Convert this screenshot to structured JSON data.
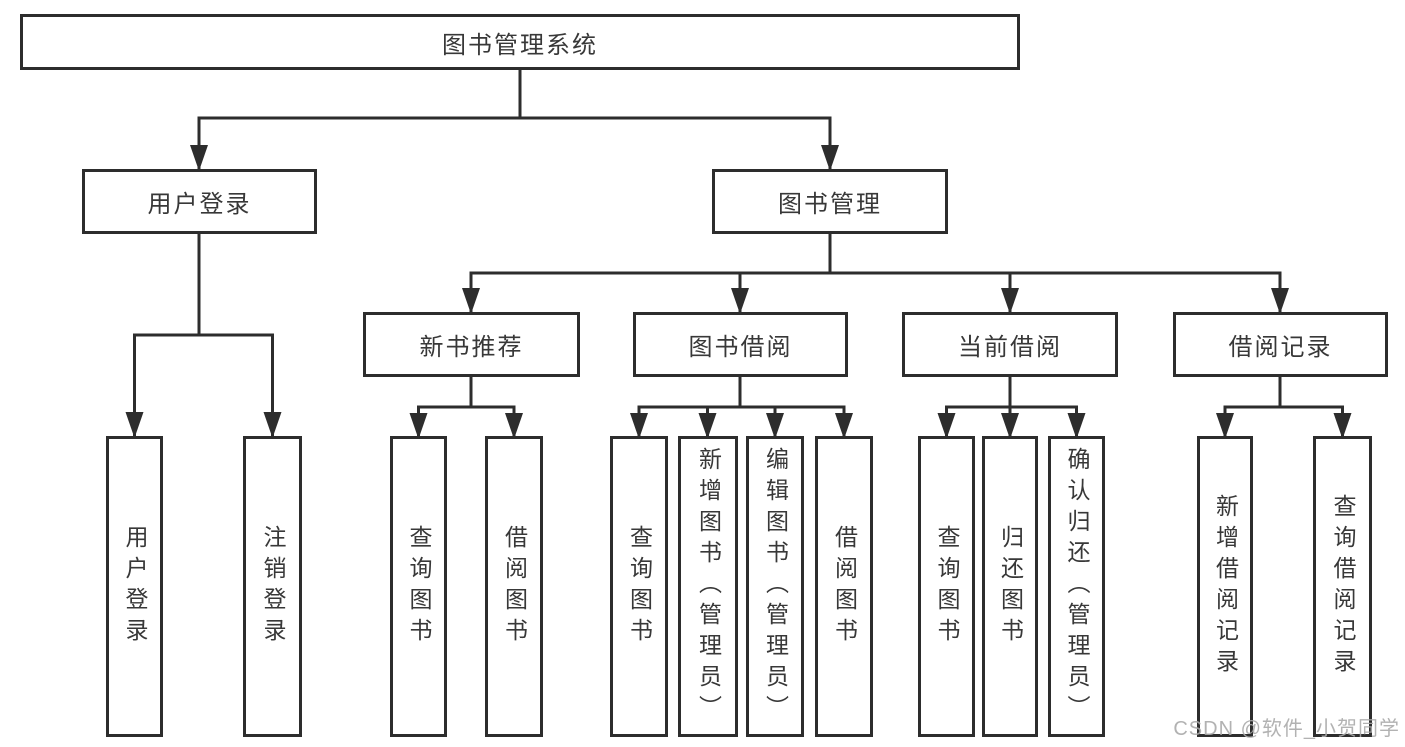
{
  "diagram": {
    "type": "hierarchy-tree",
    "nodes": {
      "root": "图书管理系统",
      "user_login": "用户登录",
      "book_management": "图书管理",
      "new_book_recommend": "新书推荐",
      "book_borrow": "图书借阅",
      "current_borrow": "当前借阅",
      "borrow_record": "借阅记录",
      "ul_user_login": "用户登录",
      "ul_logout": "注销登录",
      "nb_query_book": "查询图书",
      "nb_borrow_book": "借阅图书",
      "bb_query_book": "查询图书",
      "bb_add_book": "新增图书（管理员）",
      "bb_edit_book": "编辑图书（管理员）",
      "bb_borrow_book": "借阅图书",
      "cb_query_book": "查询图书",
      "cb_return_book": "归还图书",
      "cb_confirm_return": "确认归还（管理员）",
      "br_add_record": "新增借阅记录",
      "br_query_record": "查询借阅记录"
    },
    "edges": [
      [
        "root",
        "user_login"
      ],
      [
        "root",
        "book_management"
      ],
      [
        "user_login",
        "ul_user_login"
      ],
      [
        "user_login",
        "ul_logout"
      ],
      [
        "book_management",
        "new_book_recommend"
      ],
      [
        "book_management",
        "book_borrow"
      ],
      [
        "book_management",
        "current_borrow"
      ],
      [
        "book_management",
        "borrow_record"
      ],
      [
        "new_book_recommend",
        "nb_query_book"
      ],
      [
        "new_book_recommend",
        "nb_borrow_book"
      ],
      [
        "book_borrow",
        "bb_query_book"
      ],
      [
        "book_borrow",
        "bb_add_book"
      ],
      [
        "book_borrow",
        "bb_edit_book"
      ],
      [
        "book_borrow",
        "bb_borrow_book"
      ],
      [
        "current_borrow",
        "cb_query_book"
      ],
      [
        "current_borrow",
        "cb_return_book"
      ],
      [
        "current_borrow",
        "cb_confirm_return"
      ],
      [
        "borrow_record",
        "br_add_record"
      ],
      [
        "borrow_record",
        "br_query_record"
      ]
    ],
    "colors": {
      "line": "#2d2d2d",
      "box_border": "#2d2d2d",
      "box_fill": "#ffffff",
      "text": "#383838",
      "background": "#ffffff",
      "watermark": "#aaaaaa"
    }
  },
  "watermark": "CSDN @软件_小贺同学"
}
